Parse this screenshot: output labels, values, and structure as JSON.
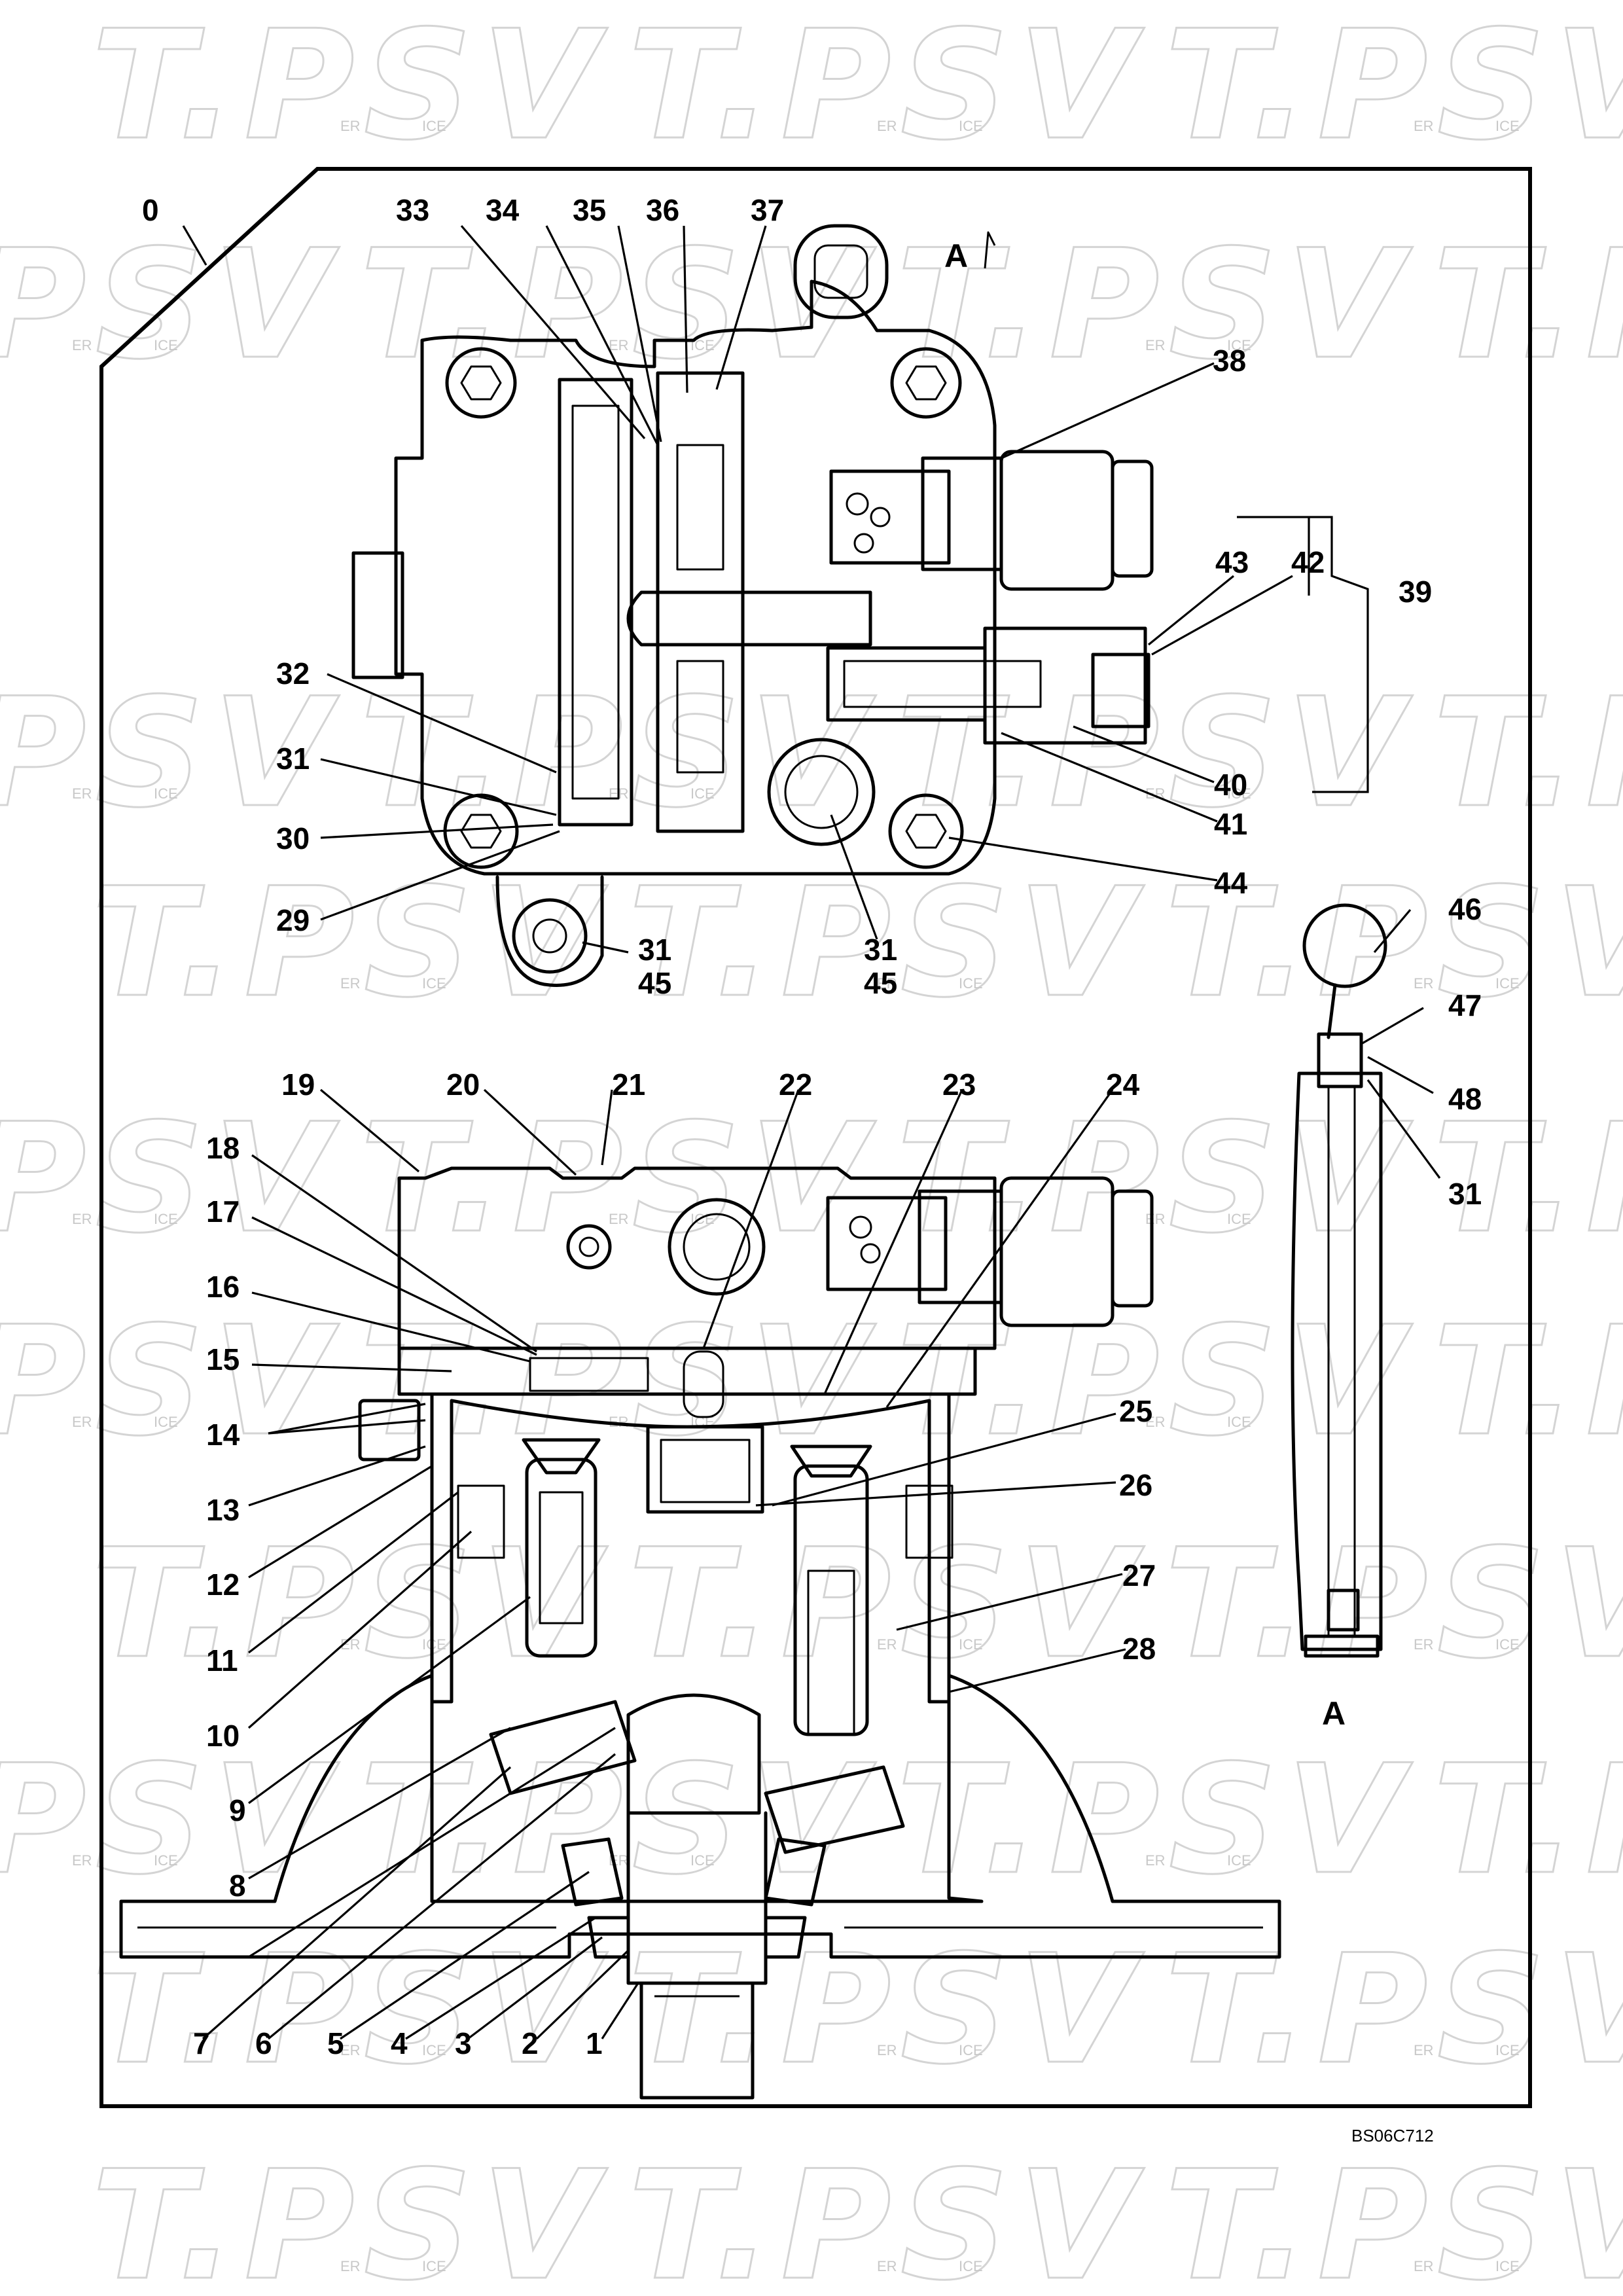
{
  "watermark": {
    "text": "T.PSV",
    "sub_left": "ER",
    "sub_right": "ICE"
  },
  "drawing_ref": "BS06C712",
  "view_label": "A",
  "view_label_top": "A",
  "callouts": [
    "0",
    "1",
    "2",
    "3",
    "4",
    "5",
    "6",
    "7",
    "8",
    "9",
    "10",
    "11",
    "12",
    "13",
    "14",
    "15",
    "16",
    "17",
    "18",
    "19",
    "20",
    "21",
    "22",
    "23",
    "24",
    "25",
    "26",
    "27",
    "28",
    "29",
    "30",
    "31",
    "32",
    "33",
    "34",
    "35",
    "36",
    "37",
    "38",
    "39",
    "40",
    "41",
    "42",
    "43",
    "44",
    "45",
    "46",
    "47",
    "48"
  ]
}
